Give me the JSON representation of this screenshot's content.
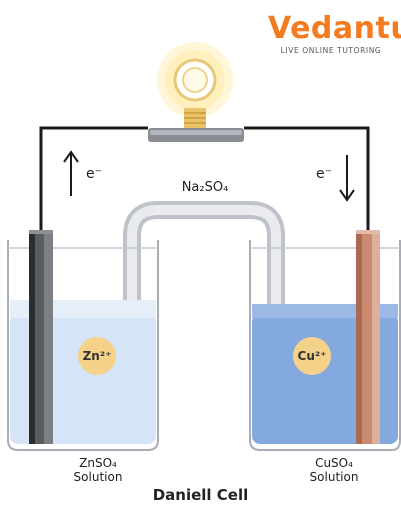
{
  "brand": {
    "name": "Vedantu",
    "tagline": "LIVE ONLINE TUTORING",
    "color": "#f47b20"
  },
  "diagram": {
    "title": "Daniell Cell",
    "salt_bridge": "Na2SO4",
    "left_electron": "e⁻",
    "right_electron": "e⁻",
    "left_ion": "Zn²⁺",
    "right_ion": "Cu²⁺",
    "left_solution_line1": "ZnSO₄",
    "left_solution_line2": "Solution",
    "right_solution_line1": "CuSO₄",
    "right_solution_line2": "Solution",
    "colors": {
      "zinc_solution": "#cfe0f5",
      "copper_solution": "#7fa6dd",
      "zinc_electrode": "#505256",
      "copper_electrode": "#c98a70",
      "ion": "#f4d28a",
      "bulb_glow": "#fff2c4"
    }
  }
}
